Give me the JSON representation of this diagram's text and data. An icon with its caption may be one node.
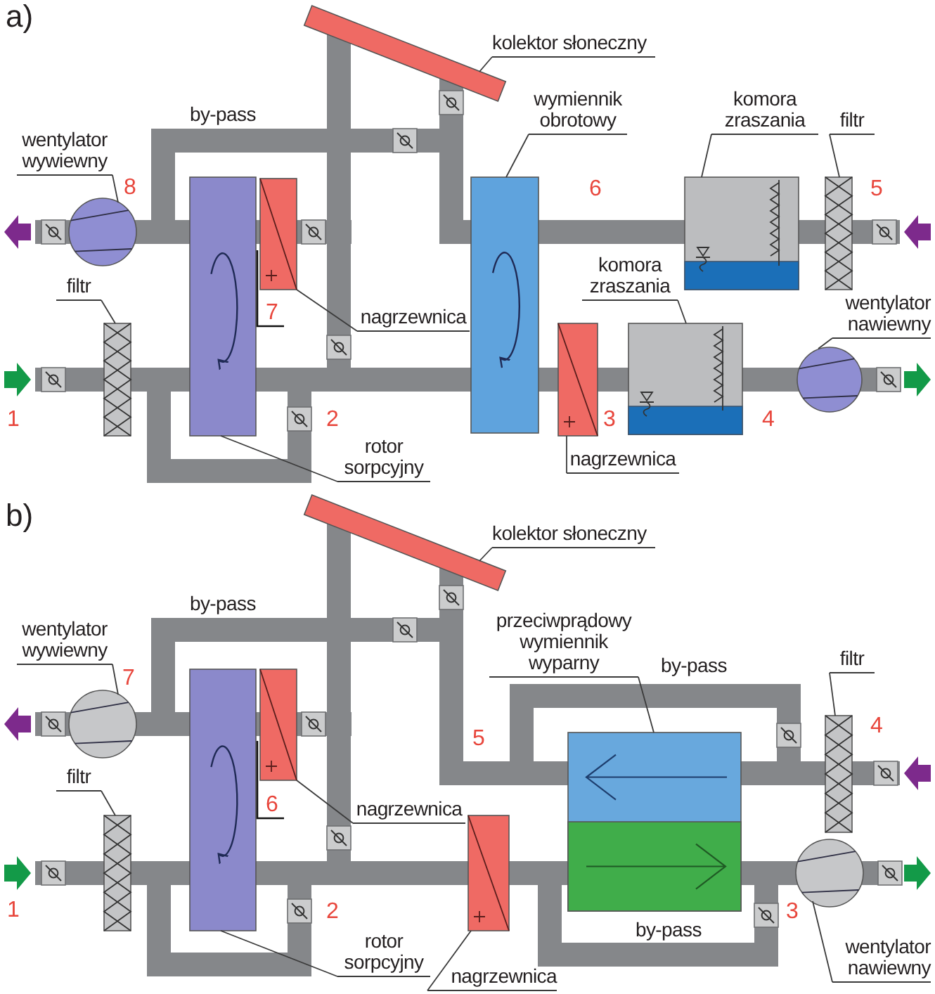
{
  "diagram": {
    "nodes": [
      {
        "text": [
          "kolektor słoneczny"
        ]
      },
      {
        "text": [],
        "shape": "box"
      },
      {
        "text": [
          "wymiennik obrotowy"
        ]
      },
      {
        "text": [
          "komora zraszania"
        ]
      },
      {
        "text": [
          "filtr"
        ]
      },
      {
        "text": [
          "wentylator wywiewny"
        ]
      },
      {
        "text": [],
        "shape": "circle"
      },
      {
        "text": [],
        "shape": "box"
      },
      {
        "text": [],
        "shape": "box"
      },
      {
        "text": [],
        "shape": "box"
      },
      {
        "text": [],
        "shape": "box"
      },
      {
        "text": [],
        "shape": "box"
      },
      {
        "text": [
          "filtr"
        ]
      },
      {
        "text": [
          "komora zraszania"
        ]
      },
      {
        "text": [
          "nagrzewnica"
        ]
      },
      {
        "text": [
          "wentylator nawiewny"
        ]
      },
      {
        "text": [],
        "shape": "box"
      },
      {
        "text": [],
        "shape": "box"
      },
      {
        "text": [],
        "shape": "box"
      },
      {
        "text": [],
        "shape": "circle"
      },
      {
        "text": [
          "nagrzewnica"
        ]
      },
      {
        "text": [
          "rotor sorpcyjny"
        ]
      },
      {
        "text": [
          "kolektor słoneczny"
        ]
      },
      {
        "text": [],
        "shape": "box"
      },
      {
        "text": [
          "wentylator wywiewny"
        ]
      },
      {
        "text": [
          "przeciwprądowy wymiennik wyparny"
        ]
      },
      {
        "text": [
          "filtr"
        ]
      },
      {
        "text": [],
        "shape": "circle"
      },
      {
        "text": [],
        "shape": "box"
      },
      {
        "text": [],
        "shape": "box"
      },
      {
        "text": [],
        "shape": "box"
      },
      {
        "text": [],
        "shape": "box"
      },
      {
        "text": [
          "filtr"
        ]
      },
      {
        "text": [
          "nagrzewnica"
        ]
      },
      {
        "text": [],
        "shape": "box"
      },
      {
        "text": [],
        "shape": "box"
      },
      {
        "text": [],
        "shape": "circle"
      },
      {
        "text": [
          "wentylator nawiewny"
        ]
      },
      {
        "text": [
          "rotor sorpcyjny"
        ]
      },
      {
        "text": [
          "nagrzewnica"
        ]
      }
    ],
    "edges": [
      {
        "from": 0,
        "to": 1,
        "arrow": "none"
      },
      {
        "from": 2,
        "to": 9,
        "arrow": "none"
      },
      {
        "from": 3,
        "to": 10,
        "arrow": "none"
      },
      {
        "from": 4,
        "to": 11,
        "arrow": "none"
      },
      {
        "from": 5,
        "to": 6,
        "arrow": "none"
      },
      {
        "from": 12,
        "to": 16,
        "arrow": "none"
      },
      {
        "from": 13,
        "to": 18,
        "arrow": "none"
      },
      {
        "from": 14,
        "to": 8,
        "arrow": "none"
      },
      {
        "from": 15,
        "to": 19,
        "arrow": "none"
      },
      {
        "from": 20,
        "to": 17,
        "arrow": "none"
      },
      {
        "from": 21,
        "to": 7,
        "arrow": "none"
      },
      {
        "from": 22,
        "to": 23,
        "arrow": "none"
      },
      {
        "from": 24,
        "to": 27,
        "arrow": "none"
      },
      {
        "from": 25,
        "to": 30,
        "arrow": "none"
      },
      {
        "from": 26,
        "to": 31,
        "arrow": "none"
      },
      {
        "from": 32,
        "to": 34,
        "arrow": "none"
      },
      {
        "from": 33,
        "to": 29,
        "arrow": "none"
      },
      {
        "from": 37,
        "to": 36,
        "arrow": "none"
      },
      {
        "from": 38,
        "to": 28,
        "arrow": "none"
      },
      {
        "from": 39,
        "to": 35,
        "arrow": "none"
      }
    ],
    "labels": [
      "a)",
      "by-pass",
      "8",
      "6",
      "5",
      "7",
      "1",
      "2",
      "3",
      "4",
      "b)",
      "by-pass",
      "by-pass",
      "7",
      "4",
      "5",
      "6",
      "1",
      "2",
      "3",
      "by-pass"
    ]
  }
}
